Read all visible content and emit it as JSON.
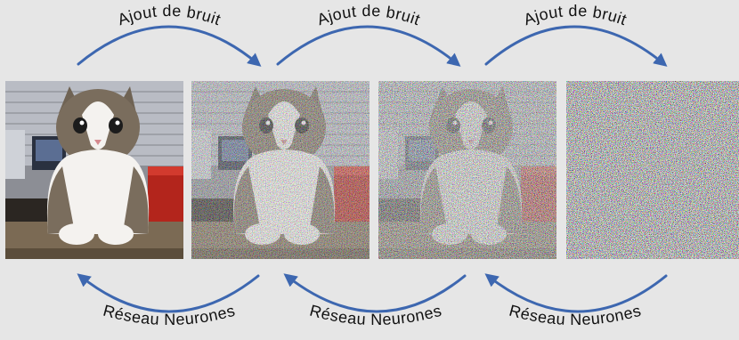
{
  "colors": {
    "background": "#e6e6e6",
    "arrow": "#3d67b0"
  },
  "forward": {
    "label": "Ajout de bruit"
  },
  "backward": {
    "label": "Réseau Neurones"
  },
  "frames": [
    {
      "name": "cat-photo",
      "noise_level": 0.0
    },
    {
      "name": "noisy-cat-1",
      "noise_level": 0.5
    },
    {
      "name": "noisy-cat-2",
      "noise_level": 0.72
    },
    {
      "name": "pure-noise",
      "noise_level": 1.0
    }
  ],
  "icons": [
    "arrow-right-icon",
    "arrow-left-icon"
  ]
}
